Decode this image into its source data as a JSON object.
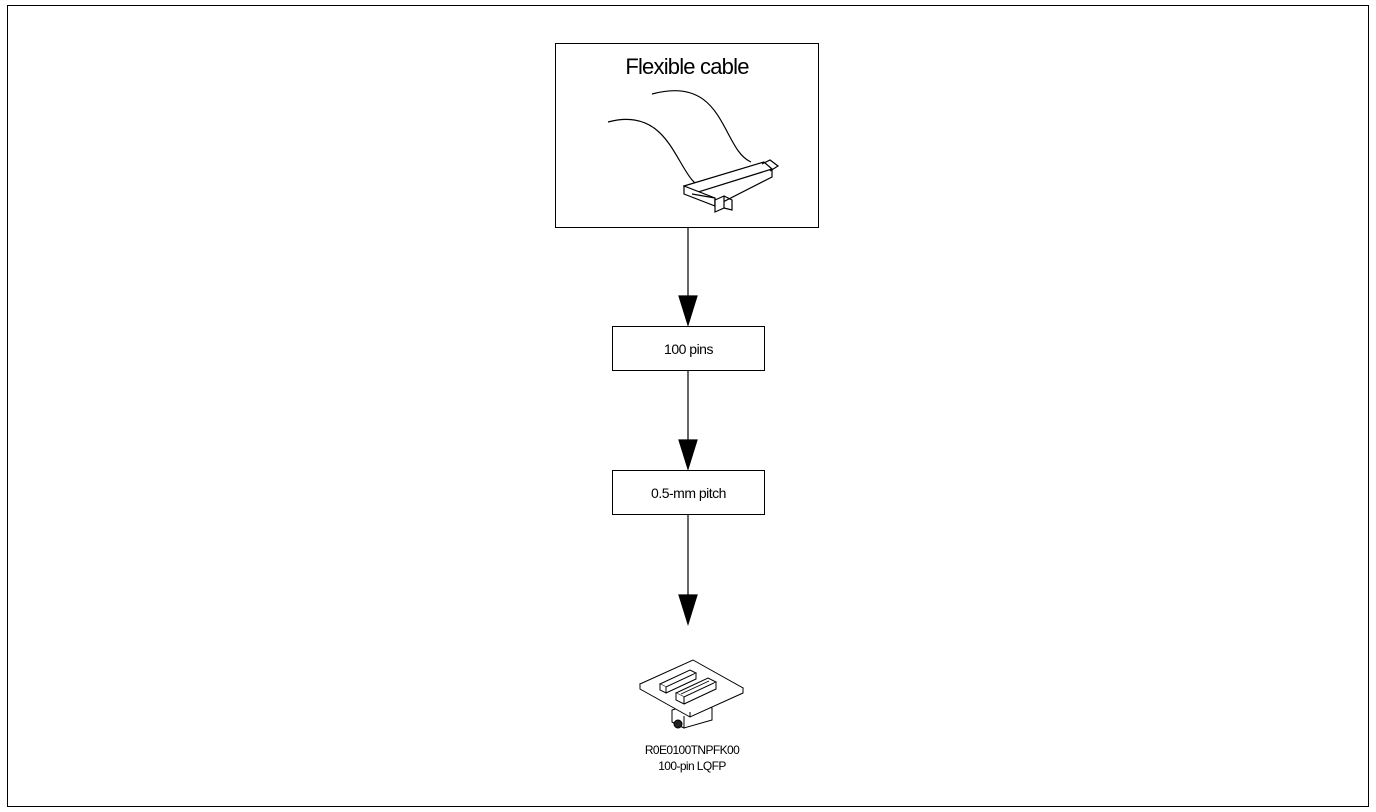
{
  "diagram": {
    "cable_box": {
      "title": "Flexible cable",
      "icon": "flexible-cable-icon"
    },
    "pins_box": {
      "label": "100 pins"
    },
    "pitch_box": {
      "label": "0.5-mm pitch"
    },
    "part": {
      "icon": "connector-board-icon",
      "part_number": "R0E0100TNPFK00",
      "package": "100-pin LQFP"
    },
    "arrows": [
      {
        "from": "Flexible cable",
        "to": "100 pins"
      },
      {
        "from": "100 pins",
        "to": "0.5-mm pitch"
      },
      {
        "from": "0.5-mm pitch",
        "to": "R0E0100TNPFK00"
      }
    ]
  }
}
